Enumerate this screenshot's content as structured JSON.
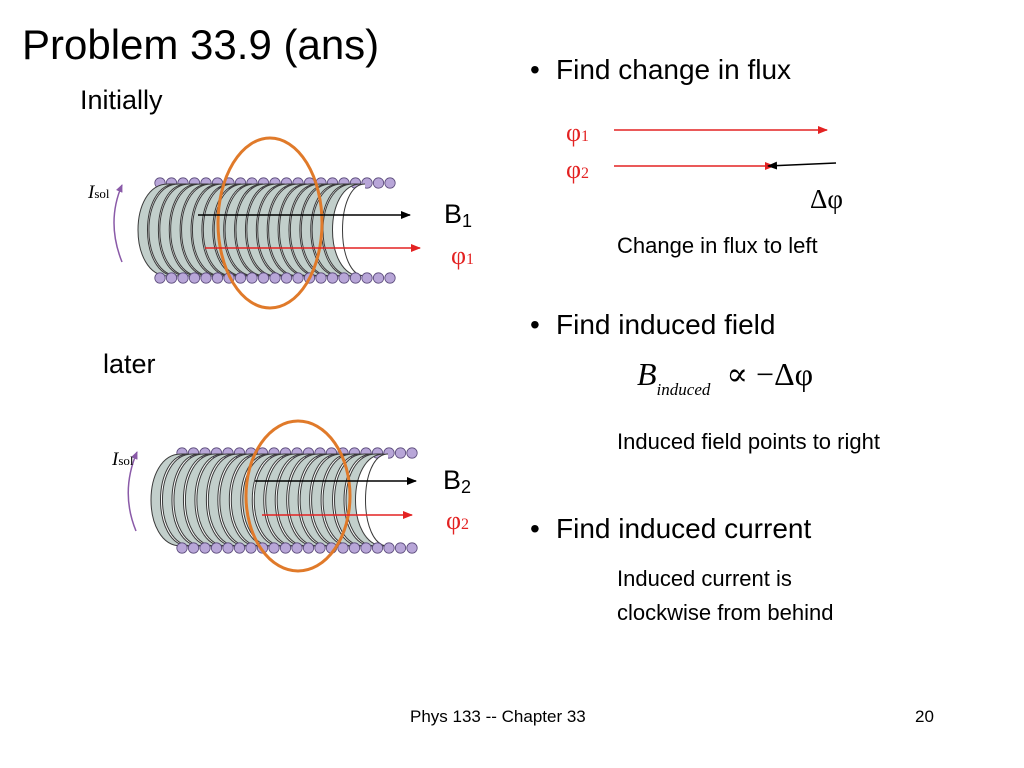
{
  "slide": {
    "title": "Problem 33.9 (ans)",
    "initially_label": "Initially",
    "later_label": "later"
  },
  "diagrams": {
    "current_label": {
      "symbol": "I",
      "subscript": "sol"
    },
    "top": {
      "field_label": "B",
      "field_index": "1",
      "flux_symbol": "φ",
      "flux_index": "1"
    },
    "bottom": {
      "field_label": "B",
      "field_index": "2",
      "flux_symbol": "φ",
      "flux_index": "2"
    },
    "colors": {
      "coil_fill": "#c2cfcb",
      "coil_stroke": "#3a3a3a",
      "wire_dots": "#b8a6d8",
      "loop": "#e07a2a",
      "flux_arrow": "#e32222",
      "field_arrow": "#000000",
      "current_arrow": "#8a5aa8"
    }
  },
  "bullets": [
    {
      "dot": "•",
      "text": "Find change in flux"
    },
    {
      "dot": "•",
      "text": "Find induced field"
    },
    {
      "dot": "•",
      "text": "Find induced current"
    }
  ],
  "flux_change": {
    "phi1_symbol": "φ",
    "phi1_index": "1",
    "phi2_symbol": "φ",
    "phi2_index": "2",
    "delta_label": "Δφ",
    "note": "Change in flux to left"
  },
  "induced_field": {
    "equation": {
      "B": "B",
      "subscript": "induced",
      "relation": "∝ −Δφ"
    },
    "note": "Induced field points to right"
  },
  "induced_current": {
    "note_line1": "Induced current is",
    "note_line2": "clockwise from behind"
  },
  "footer": {
    "course": "Phys 133 -- Chapter 33",
    "page": "20"
  }
}
